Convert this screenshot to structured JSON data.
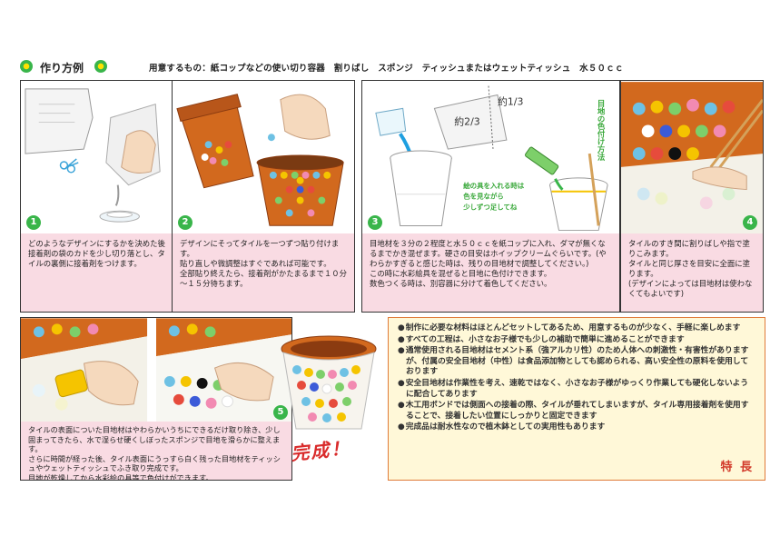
{
  "header": {
    "title": "作り方例",
    "materials": "用意するもの：紙コップなどの使い切り容器　割りばし　スポンジ　ティッシュまたはウェットティッシュ　水５０ｃｃ"
  },
  "steps": [
    {
      "num": "1",
      "text": [
        "どのようなデザインにするかを決めた後接着剤の袋のカドを少し切り落とし、タイルの裏側に接着剤をつけます。"
      ]
    },
    {
      "num": "2",
      "text": [
        "デザインにそってタイルを一つずつ貼り付けます。",
        "貼り直しや微調整はすぐであれば可能です。",
        "全部貼り終えたら、接着剤がかたまるまで１０分～１５分待ちます。"
      ]
    },
    {
      "num": "3",
      "text": [
        "目地材を３分の２程度と水５０ｃｃを紙コップに入れ、ダマが無くなるまでかき混ぜます。硬さの目安はホイップクリームぐらいです。(やわらかすぎると感じた時は、残りの目地材で調整してください。)",
        "この時に水彩絵具を混ぜると目地に色付けできます。",
        "数色つくる時は、別容器に分けて着色してください。"
      ],
      "labels": {
        "one_third": "約1/3",
        "two_third": "約2/3",
        "note_vertical": "目地の色付け方法",
        "note_paint": "絵の具を入れる時は色を見ながら少しずつ足してね"
      }
    },
    {
      "num": "4",
      "text": [
        "タイルのすき間に割りばしや指で塗りこみます。",
        "タイルと同じ厚さを目安に全面に塗ります。",
        "(デザインによっては目地材は使わなくてもよいです)"
      ]
    },
    {
      "num": "5",
      "text": [
        "タイルの表面についた目地材はやわらかいうちにできるだけ取り除き、少し固まってきたら、水で湿らせ硬くしぼったスポンジで目地を滑らかに整えます。",
        "さらに時間が経った後、タイル表面にうっすら白く残った目地材をティッシュやウェットティッシュでふき取り完成です。",
        "目地が乾燥してから水彩絵の具等で色付けができます。"
      ]
    }
  ],
  "done_label": "完成！",
  "features": {
    "items": [
      "制作に必要な材料はほとんどセットしてあるため、用意するものが少なく、手軽に楽しめます",
      "すべての工程は、小さなお子様でも少しの補助で簡単に進めることができます",
      "通常使用される目地材はセメント系（強アルカリ性）のため人体への刺激性・有害性がありますが、付属の安全目地材（中性）は食品添加物としても認められる、高い安全性の原料を使用しております",
      "安全目地材は作業性を考え、速乾ではなく、小さなお子様がゆっくり作業しても硬化しないように配合してあります",
      "木工用ボンドでは側面への接着の際、タイルが垂れてしまいますが、タイル専用接着剤を使用することで、接着したい位置にしっかりと固定できます",
      "完成品は耐水性なので植木鉢としての実用性もあります"
    ],
    "tag": "特 長"
  },
  "colors": {
    "green": "#39b54a",
    "pink": "#f9dbe3",
    "orange": "#e07b39",
    "terracotta": "#d2691e",
    "yellow_bg": "#fff8d8",
    "red": "#d92b2b"
  }
}
